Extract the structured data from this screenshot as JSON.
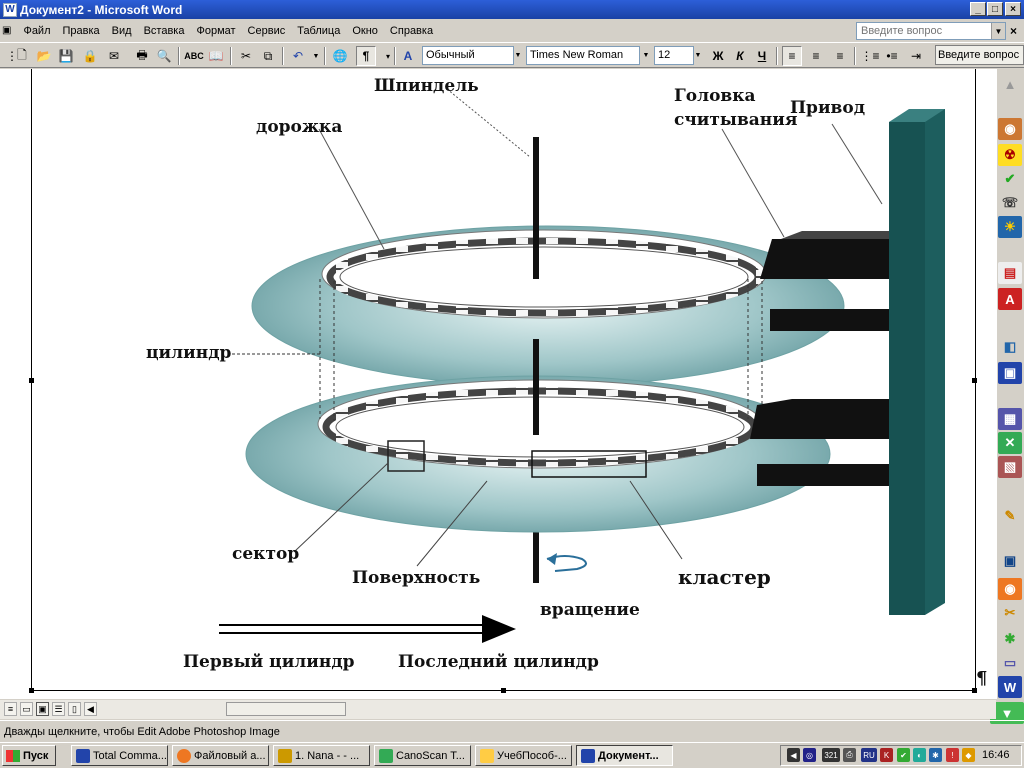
{
  "window": {
    "title": "Документ2 - Microsoft Word",
    "icon_letter": "W",
    "controls": [
      "_",
      "□",
      "×"
    ]
  },
  "menu": {
    "items": [
      "Файл",
      "Правка",
      "Вид",
      "Вставка",
      "Формат",
      "Сервис",
      "Таблица",
      "Окно",
      "Справка"
    ],
    "help_placeholder": "Введите вопрос",
    "doc_close": "×"
  },
  "toolbar": {
    "style": "Обычный",
    "font": "Times New Roman",
    "size": "12",
    "bold": "Ж",
    "italic": "К",
    "underline": "Ч",
    "pilcrow": "¶",
    "help_button": "Введите вопрос"
  },
  "diagram": {
    "spindle": "Шпиндель",
    "head": "Головка",
    "head2": "считывания",
    "drive": "Привод",
    "track": "дорожка",
    "cylinder": "цилиндр",
    "sector": "сектор",
    "surface": "Поверхность",
    "cluster": "кластер",
    "rotation": "вращение",
    "first_cylinder": "Первый цилиндр",
    "last_cylinder": "Последний цилиндр",
    "para_mark": "¶"
  },
  "statusbar": {
    "text": "Дважды щелкните, чтобы Edit Adobe Photoshop Image"
  },
  "taskbar": {
    "start": "Пуск",
    "tasks": [
      "Total Comma...",
      "Файловый а...",
      "1. Nana - - ...",
      "CanoScan T...",
      "УчебПособ-...",
      "Документ..."
    ],
    "clock": "16:46",
    "lang": "RU",
    "tray_badge": "321"
  }
}
